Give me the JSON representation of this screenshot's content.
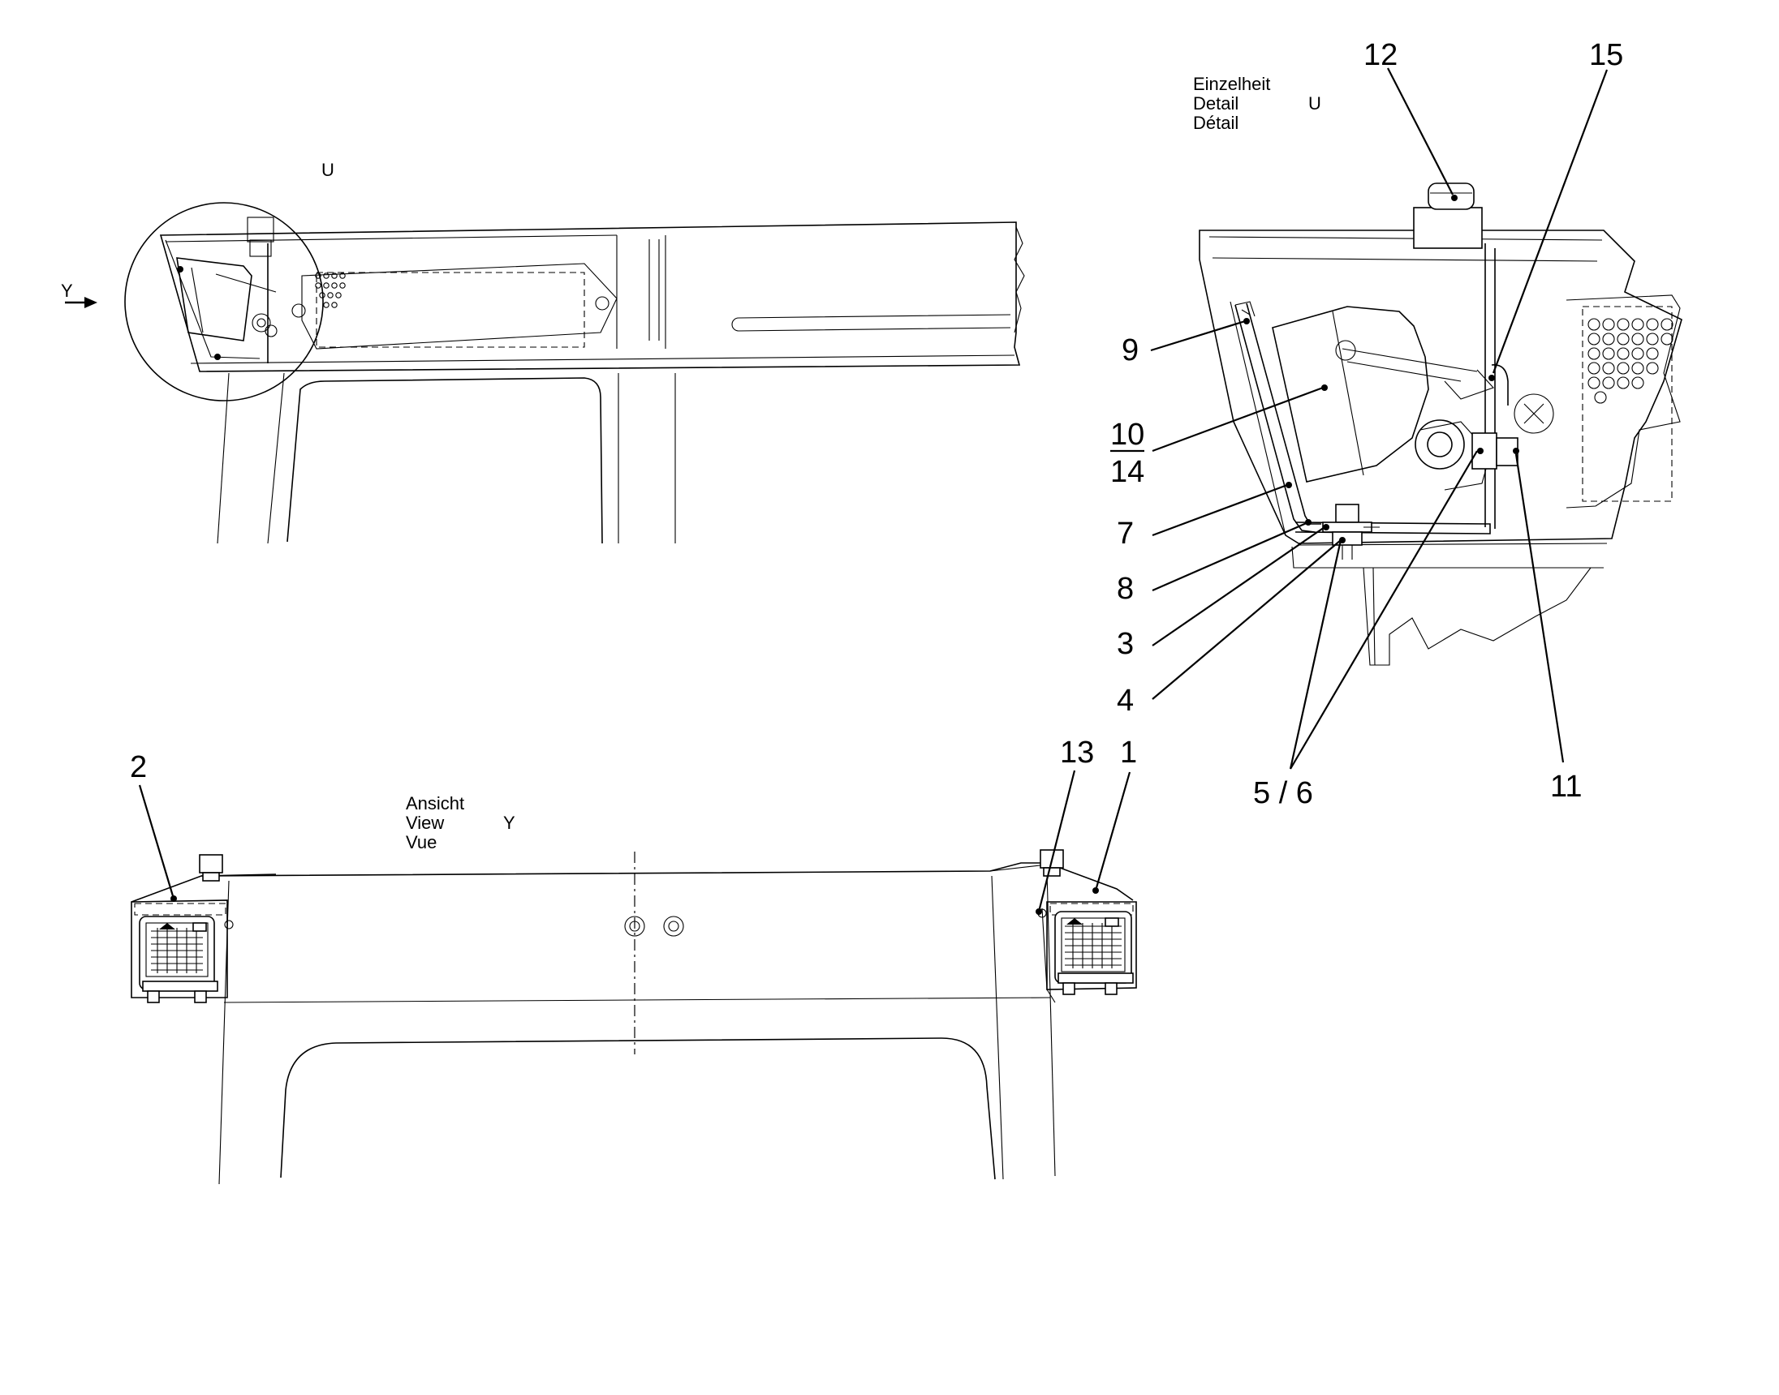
{
  "overview": {
    "detail_marker": "U",
    "view_arrow_label": "Y"
  },
  "detail_u": {
    "caption_lines": [
      "Einzelheit",
      "Detail",
      "Détail"
    ],
    "caption_letter": "U",
    "callouts": [
      "12",
      "15",
      "9",
      "10",
      "14",
      "7",
      "8",
      "3",
      "4",
      "5 / 6",
      "11"
    ]
  },
  "view_y": {
    "caption_lines": [
      "Ansicht",
      "View",
      "Vue"
    ],
    "caption_letter": "Y",
    "callouts": [
      "2",
      "13",
      "1"
    ]
  }
}
